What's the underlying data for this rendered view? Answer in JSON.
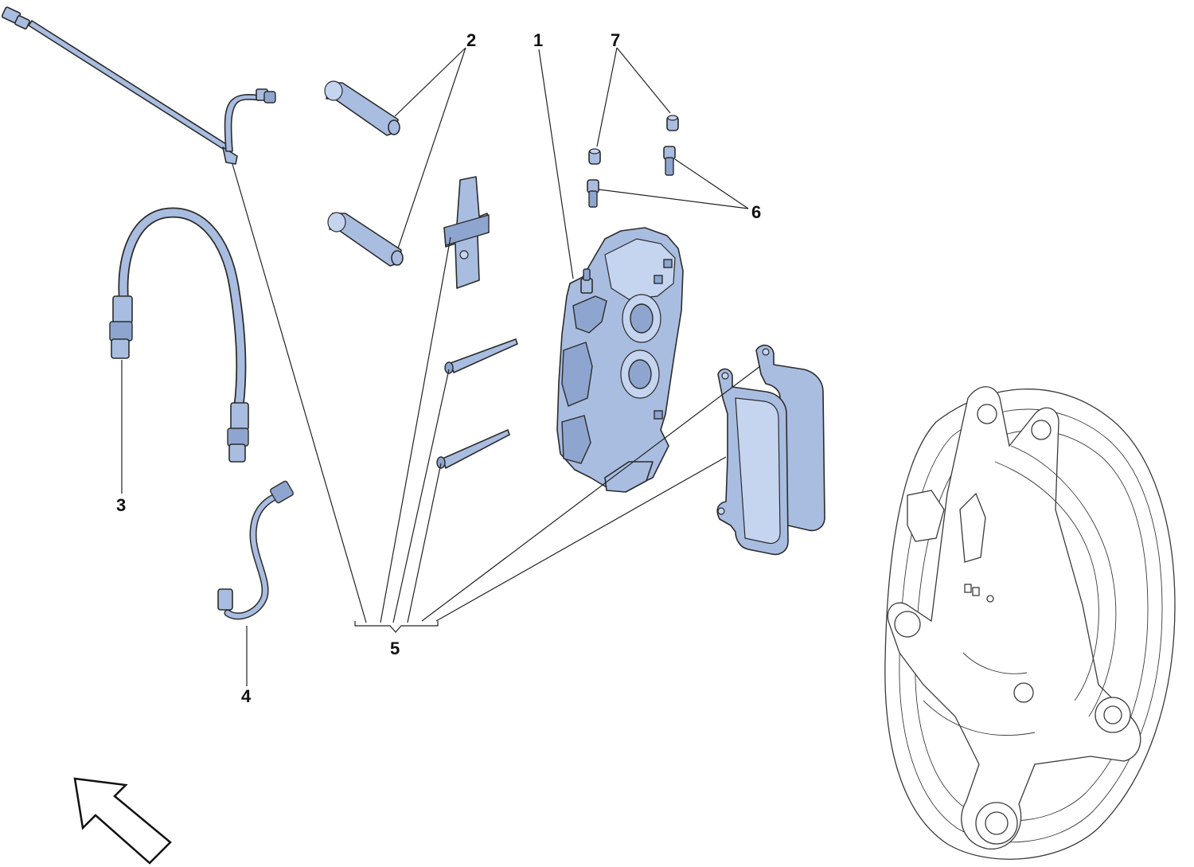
{
  "callouts": [
    {
      "id": "1",
      "label": "1"
    },
    {
      "id": "2",
      "label": "2"
    },
    {
      "id": "3",
      "label": "3"
    },
    {
      "id": "4",
      "label": "4"
    },
    {
      "id": "5",
      "label": "5"
    },
    {
      "id": "6",
      "label": "6"
    },
    {
      "id": "7",
      "label": "7"
    }
  ],
  "colors": {
    "part_fill": "#a9bde0",
    "outline": "#2b2b2b",
    "background": "#ffffff"
  },
  "icons": {
    "direction_arrow": "arrow-up-left-icon"
  }
}
